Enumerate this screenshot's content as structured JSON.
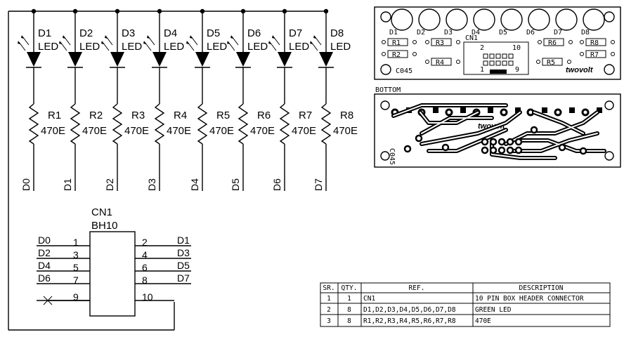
{
  "schematic": {
    "leds": [
      {
        "ref": "D1",
        "type": "LED"
      },
      {
        "ref": "D2",
        "type": "LED"
      },
      {
        "ref": "D3",
        "type": "LED"
      },
      {
        "ref": "D4",
        "type": "LED"
      },
      {
        "ref": "D5",
        "type": "LED"
      },
      {
        "ref": "D6",
        "type": "LED"
      },
      {
        "ref": "D7",
        "type": "LED"
      },
      {
        "ref": "D8",
        "type": "LED"
      }
    ],
    "resistors": [
      {
        "ref": "R1",
        "value": "470E"
      },
      {
        "ref": "R2",
        "value": "470E"
      },
      {
        "ref": "R3",
        "value": "470E"
      },
      {
        "ref": "R4",
        "value": "470E"
      },
      {
        "ref": "R5",
        "value": "470E"
      },
      {
        "ref": "R6",
        "value": "470E"
      },
      {
        "ref": "R7",
        "value": "470E"
      },
      {
        "ref": "R8",
        "value": "470E"
      }
    ],
    "nets": [
      "D0",
      "D1",
      "D2",
      "D3",
      "D4",
      "D5",
      "D6",
      "D7"
    ],
    "connector": {
      "ref": "CN1",
      "type": "BH10",
      "left_pins": [
        {
          "pin": "1",
          "net": "D0"
        },
        {
          "pin": "3",
          "net": "D2"
        },
        {
          "pin": "5",
          "net": "D4"
        },
        {
          "pin": "7",
          "net": "D6"
        },
        {
          "pin": "9",
          "net": ""
        }
      ],
      "right_pins": [
        {
          "pin": "2",
          "net": "D1"
        },
        {
          "pin": "4",
          "net": "D3"
        },
        {
          "pin": "6",
          "net": "D5"
        },
        {
          "pin": "8",
          "net": "D7"
        },
        {
          "pin": "10",
          "net": ""
        }
      ]
    }
  },
  "pcb_top": {
    "led_labels": [
      "D1",
      "D2",
      "D3",
      "D4",
      "D5",
      "D6",
      "D7",
      "D8"
    ],
    "resistor_labels": [
      "R1",
      "R2",
      "R3",
      "R4",
      "R5",
      "R6",
      "R7",
      "R8"
    ],
    "connector_label": "CN1",
    "header_pins": {
      "top_left": "2",
      "top_right": "10",
      "bottom_left": "1",
      "bottom_right": "9"
    },
    "code": "C045",
    "brand": "twovolt"
  },
  "pcb_bottom": {
    "label": "BOTTOM",
    "code": "C045",
    "brand": "twovolt"
  },
  "bom": {
    "headers": [
      "SR.",
      "QTY.",
      "REF.",
      "DESCRIPTION"
    ],
    "rows": [
      [
        "1",
        "1",
        "CN1",
        "10 PIN BOX HEADER CONNECTOR"
      ],
      [
        "2",
        "8",
        "D1,D2,D3,D4,D5,D6,D7,D8",
        "GREEN LED"
      ],
      [
        "3",
        "8",
        "R1,R2,R3,R4,R5,R6,R7,R8",
        "470E"
      ]
    ]
  },
  "colors": {
    "ink": "#000000",
    "background": "#ffffff"
  }
}
